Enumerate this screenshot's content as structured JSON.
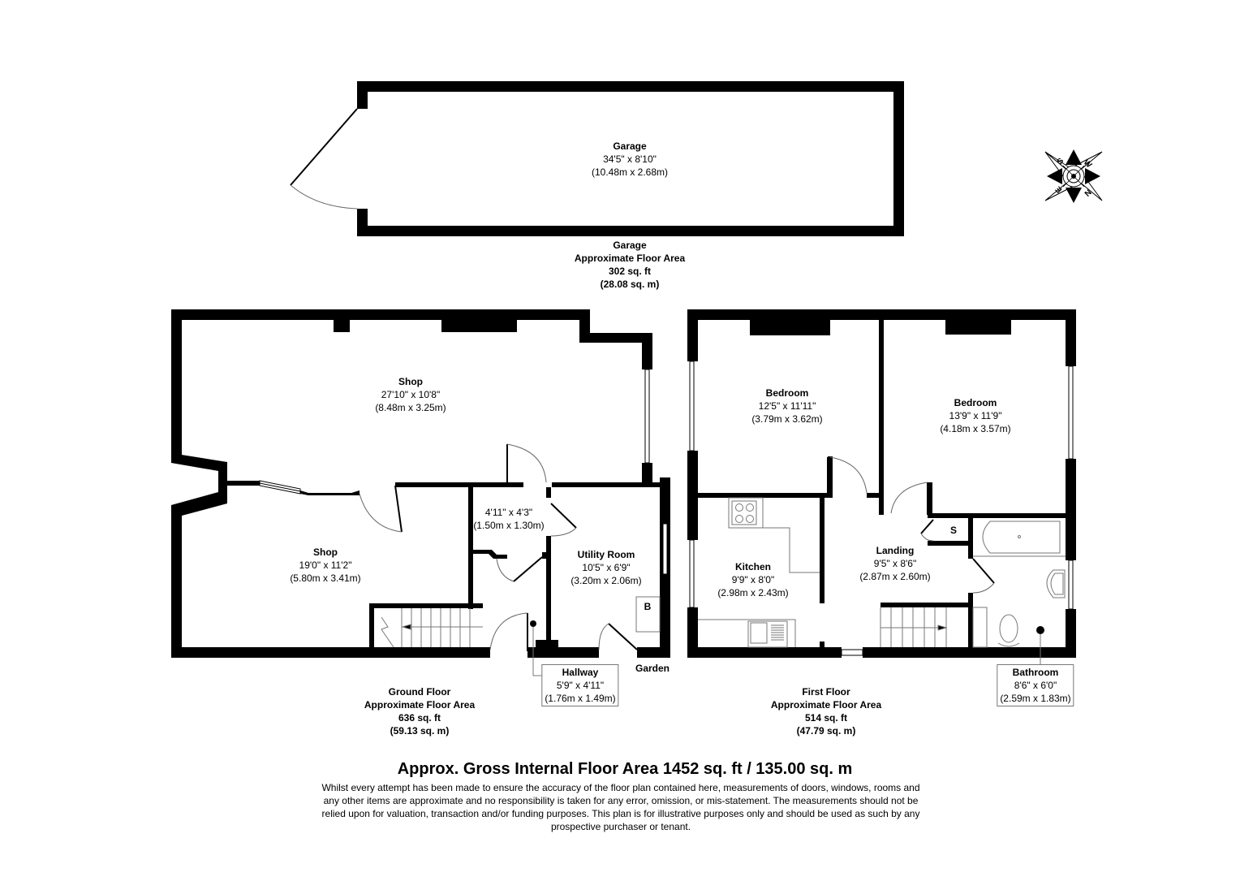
{
  "garage": {
    "room": {
      "name": "Garage",
      "dims_imperial": "34'5\" x 8'10\"",
      "dims_metric": "(10.48m x 2.68m)"
    },
    "area": {
      "title": "Garage",
      "label": "Approximate Floor Area",
      "sqft": "302 sq. ft",
      "sqm": "(28.08 sq. m)"
    }
  },
  "compass": {
    "icon": "compass-rose-icon",
    "points": [
      "S",
      "W",
      "N",
      "E"
    ]
  },
  "ground_floor": {
    "rooms": [
      {
        "name": "Shop",
        "dims_imperial": "27'10\" x 10'8\"",
        "dims_metric": "(8.48m x 3.25m)"
      },
      {
        "name": "Shop",
        "dims_imperial": "19'0\" x 11'2\"",
        "dims_metric": "(5.80m x 3.41m)"
      },
      {
        "name": "",
        "dims_imperial": "4'11\" x 4'3\"",
        "dims_metric": "(1.50m x 1.30m)"
      },
      {
        "name": "Utility Room",
        "dims_imperial": "10'5\" x 6'9\"",
        "dims_metric": "(3.20m x 2.06m)"
      },
      {
        "name": "Hallway",
        "dims_imperial": "5'9\" x 4'11\"",
        "dims_metric": "(1.76m x 1.49m)"
      }
    ],
    "boiler_label": "B",
    "garden_label": "Garden",
    "area": {
      "title": "Ground Floor",
      "label": "Approximate Floor Area",
      "sqft": "636 sq. ft",
      "sqm": "(59.13 sq. m)"
    }
  },
  "first_floor": {
    "rooms": [
      {
        "name": "Bedroom",
        "dims_imperial": "12'5\" x 11'11\"",
        "dims_metric": "(3.79m x 3.62m)"
      },
      {
        "name": "Bedroom",
        "dims_imperial": "13'9\" x 11'9\"",
        "dims_metric": "(4.18m x 3.57m)"
      },
      {
        "name": "Kitchen",
        "dims_imperial": "9'9\" x 8'0\"",
        "dims_metric": "(2.98m x 2.43m)"
      },
      {
        "name": "Landing",
        "dims_imperial": "9'5\" x 8'6\"",
        "dims_metric": "(2.87m x 2.60m)"
      },
      {
        "name": "Bathroom",
        "dims_imperial": "8'6\" x 6'0\"",
        "dims_metric": "(2.59m x 1.83m)"
      }
    ],
    "storage_label": "S",
    "area": {
      "title": "First Floor",
      "label": "Approximate Floor Area",
      "sqft": "514 sq. ft",
      "sqm": "(47.79 sq. m)"
    }
  },
  "footer": {
    "gross": "Approx. Gross Internal Floor Area 1452 sq. ft / 135.00 sq. m",
    "disclaimer": "Whilst every attempt has been made to ensure the accuracy of the floor plan contained here, measurements of doors, windows, rooms and any other items are approximate and no responsibility is taken for any error, omission, or mis-statement. The measurements should not be relied upon for valuation, transaction and/or funding purposes. This plan is for illustrative purposes only and should be used as such by any prospective purchaser or tenant."
  },
  "colors": {
    "wall": "#000000",
    "fixture": "#777777",
    "background": "#ffffff"
  }
}
